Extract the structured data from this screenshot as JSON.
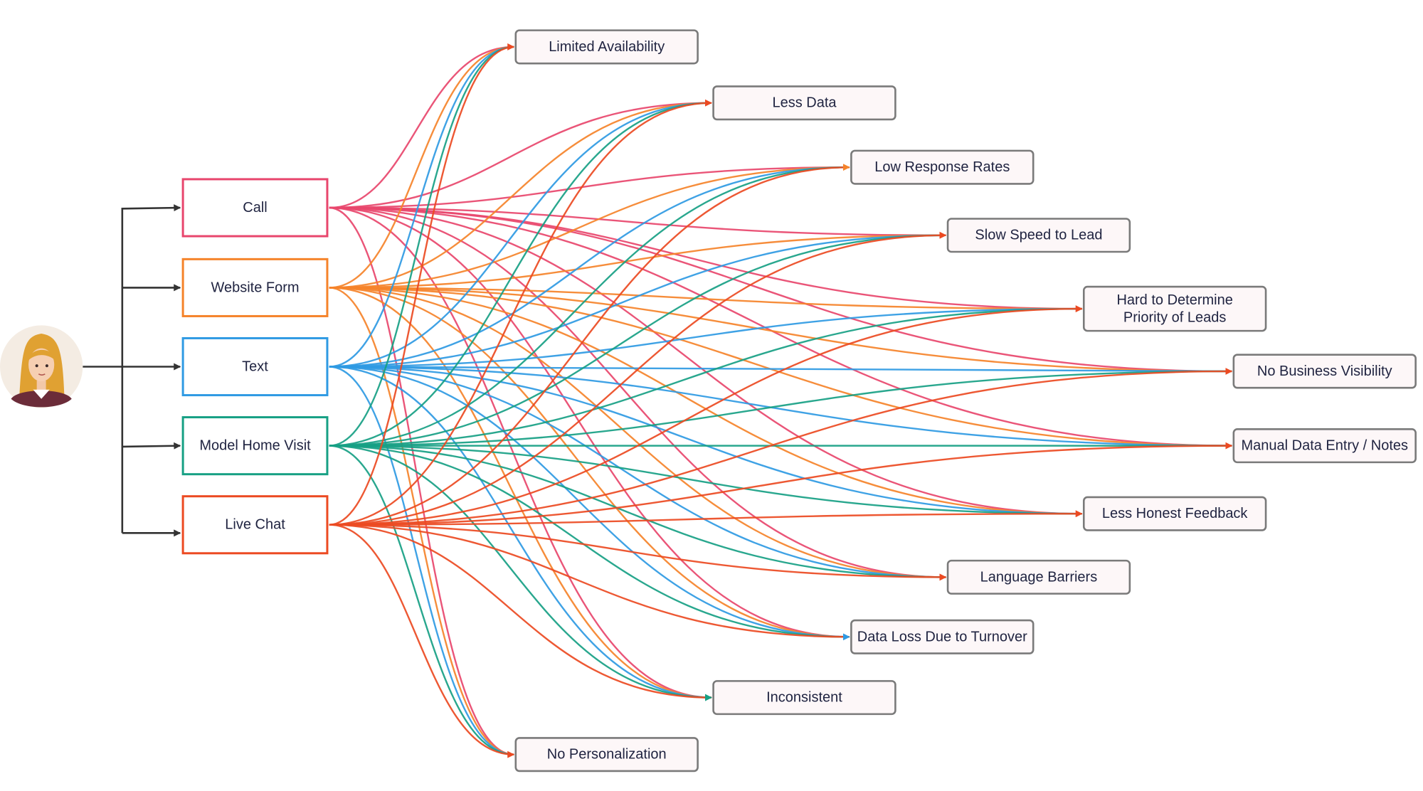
{
  "user": {
    "icon": "user-avatar-icon"
  },
  "channels": [
    {
      "id": "call",
      "label": "Call",
      "color": "#e8466d"
    },
    {
      "id": "website-form",
      "label": "Website Form",
      "color": "#f5832a"
    },
    {
      "id": "text",
      "label": "Text",
      "color": "#2f9ae3"
    },
    {
      "id": "model-home-visit",
      "label": "Model Home Visit",
      "color": "#17a084"
    },
    {
      "id": "live-chat",
      "label": "Live Chat",
      "color": "#ec4a22"
    }
  ],
  "problems": [
    {
      "id": "limited-availability",
      "lines": [
        "Limited Availability"
      ],
      "arrow_color": "#ec4a22"
    },
    {
      "id": "less-data",
      "lines": [
        "Less Data"
      ],
      "arrow_color": "#ec4a22"
    },
    {
      "id": "low-response-rates",
      "lines": [
        "Low Response Rates"
      ],
      "arrow_color": "#f5832a"
    },
    {
      "id": "slow-speed-to-lead",
      "lines": [
        "Slow Speed to Lead"
      ],
      "arrow_color": "#ec4a22"
    },
    {
      "id": "hard-to-determine-priority",
      "lines": [
        "Hard to Determine",
        "Priority of Leads"
      ],
      "arrow_color": "#ec4a22"
    },
    {
      "id": "no-business-visibility",
      "lines": [
        "No Business Visibility"
      ],
      "arrow_color": "#ec4a22"
    },
    {
      "id": "manual-data-entry",
      "lines": [
        "Manual Data Entry / Notes"
      ],
      "arrow_color": "#ec4a22"
    },
    {
      "id": "less-honest-feedback",
      "lines": [
        "Less Honest Feedback"
      ],
      "arrow_color": "#ec4a22"
    },
    {
      "id": "language-barriers",
      "lines": [
        "Language Barriers"
      ],
      "arrow_color": "#ec4a22"
    },
    {
      "id": "data-loss-turnover",
      "lines": [
        "Data Loss Due to Turnover"
      ],
      "arrow_color": "#2f9ae3"
    },
    {
      "id": "inconsistent",
      "lines": [
        "Inconsistent"
      ],
      "arrow_color": "#17a084"
    },
    {
      "id": "no-personalization",
      "lines": [
        "No Personalization"
      ],
      "arrow_color": "#ec4a22"
    }
  ],
  "colors": {
    "box_stroke": "#7a7a7a",
    "box_fill": "#fdf7f8",
    "connector": "#333333",
    "text": "#1f2340"
  }
}
